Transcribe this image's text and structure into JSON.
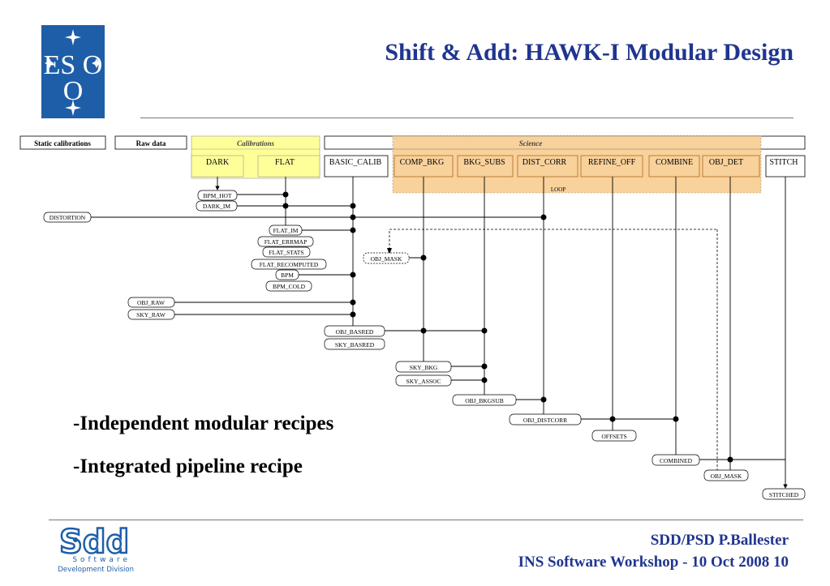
{
  "title": "Shift & Add: HAWK-I Modular Design",
  "logo": {
    "name": "ESO",
    "letters": "ES O"
  },
  "diagram": {
    "headers": {
      "static": "Static calibrations",
      "raw": "Raw data",
      "calib": "Calibrations",
      "science": "Science"
    },
    "recipes": {
      "dark": "DARK",
      "flat": "FLAT",
      "basic": "BASIC_CALIB",
      "comp": "COMP_BKG",
      "bkgsubs": "BKG_SUBS",
      "dist": "DIST_CORR",
      "refine": "REFINE_OFF",
      "combine": "COMBINE",
      "objdet": "OBJ_DET",
      "stitch": "STITCH"
    },
    "loop": "LOOP",
    "products": {
      "bpm_hot": "BPM_HOT",
      "dark_im": "DARK_IM",
      "distortion": "DISTORTION",
      "flat_im": "FLAT_IM",
      "flat_errmap": "FLAT_ERRMAP",
      "flat_stats": "FLAT_STATS",
      "flat_recomputed": "FLAT_RECOMPUTED",
      "bpm": "BPM",
      "bpm_cold": "BPM_COLD",
      "obj_mask_top": "OBJ_MASK",
      "obj_raw": "OBJ_RAW",
      "sky_raw": "SKY_RAW",
      "obj_basred": "OBJ_BASRED",
      "sky_basred": "SKY_BASRED",
      "sky_bkg": "SKY_BKG",
      "sky_assoc": "SKY_ASSOC",
      "obj_bkgsub": "OBJ_BKGSUB",
      "obj_distcorr": "OBJ_DISTCORR",
      "offsets": "OFFSETS",
      "combined": "COMBINED",
      "obj_mask_bottom": "OBJ_MASK",
      "stitched": "STITCHED"
    }
  },
  "bullets": [
    "-Independent modular recipes",
    "-Integrated pipeline recipe"
  ],
  "footer": {
    "author": "SDD/PSD P.Ballester",
    "event": "INS Software Workshop -  10 Oct 2008  10",
    "sdd_line1": "Software",
    "sdd_line2": "Development Division",
    "sdd_letters": "Sdd"
  },
  "colors": {
    "title": "#1f3590",
    "eso_blue": "#1e5ea8",
    "calib_fill": "#ffff99",
    "science_fill": "#f7c98a"
  }
}
